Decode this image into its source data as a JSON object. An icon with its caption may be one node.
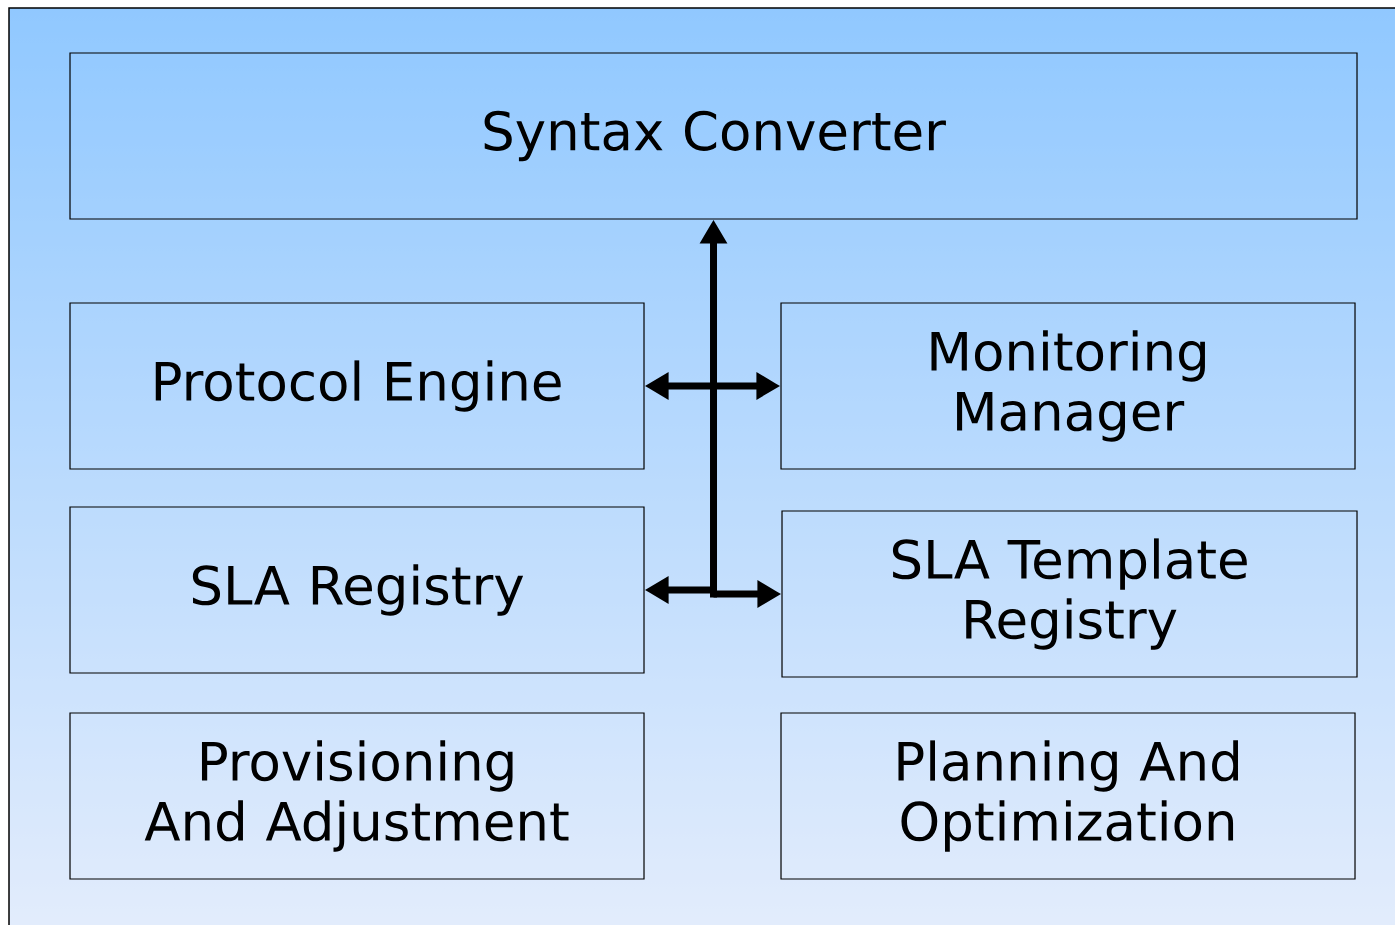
{
  "diagram": {
    "nodes": [
      {
        "text": [
          "Syntax Converter"
        ]
      },
      {
        "text": [
          "Protocol Engine"
        ]
      },
      {
        "text": [
          "Monitoring Manager"
        ]
      },
      {
        "text": [
          "SLA Registry"
        ]
      },
      {
        "text": [
          "SLA Template Registry"
        ]
      },
      {
        "text": [
          "Provisioning And Adjustment"
        ]
      },
      {
        "text": [
          "Planning And Optimization"
        ]
      }
    ],
    "edges": [
      {
        "from": 1,
        "to": 0,
        "arrow": "both"
      },
      {
        "from": 2,
        "to": 0,
        "arrow": "both"
      },
      {
        "from": 3,
        "to": 0,
        "arrow": "both"
      },
      {
        "from": 4,
        "to": 0,
        "arrow": "both"
      }
    ]
  }
}
